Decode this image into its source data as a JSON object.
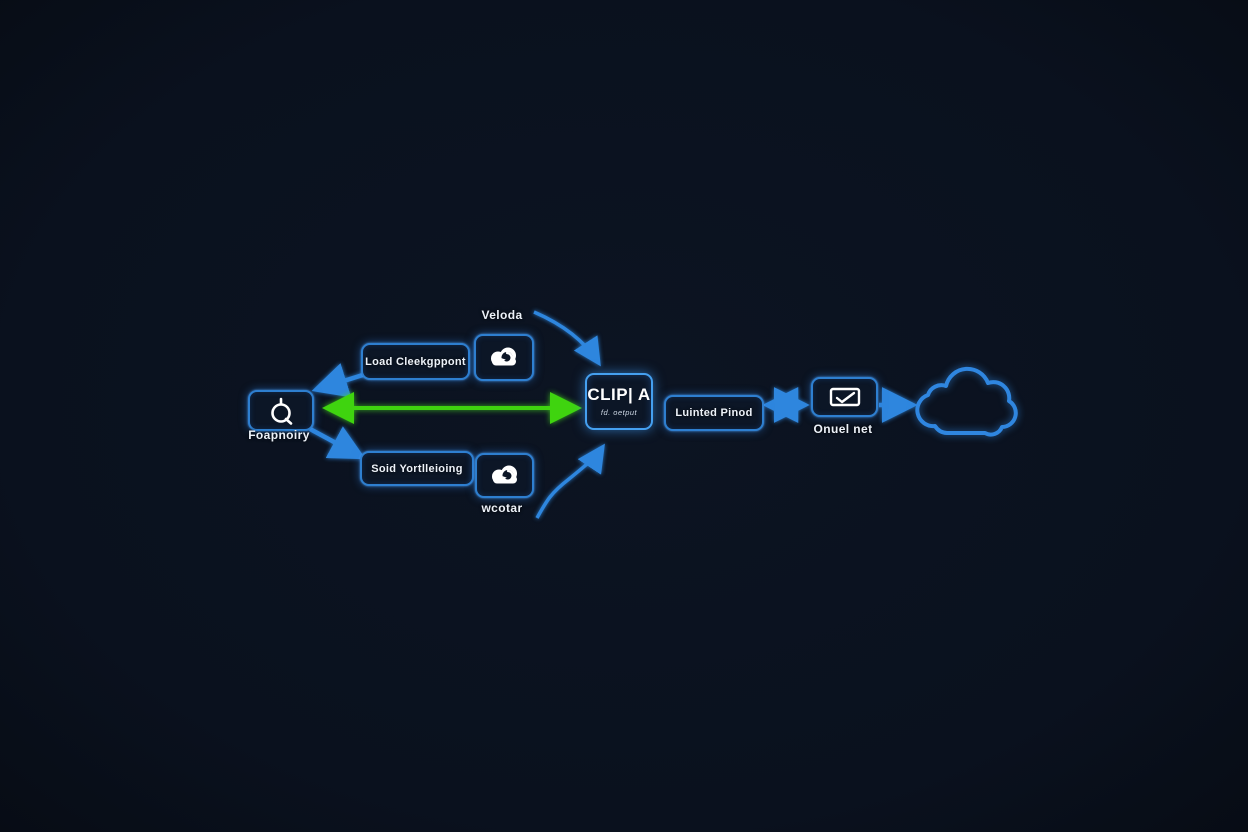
{
  "colors": {
    "bg": "#0a111e",
    "node_fill": "#0c1626",
    "node_border": "#2e7fd0",
    "node_border_bright": "#45a0f0",
    "arrow_blue": "#2e86de",
    "arrow_green": "#3fd40f",
    "text": "#edf2f9",
    "cloud_stroke": "#2f86e0"
  },
  "diagram": {
    "repository": {
      "label": "Foapnoiry",
      "icon": "q-glyph-icon"
    },
    "load_checkpoint": {
      "label": "Load Cleekgppont"
    },
    "encoder_top": {
      "caption": "Veloda",
      "icon": "cloud-sync-icon"
    },
    "tokenizer": {
      "label": "Soid Yortlleioing"
    },
    "encoder_bottom": {
      "caption": "wcotar",
      "icon": "cloud-sync-icon"
    },
    "clip": {
      "title": "CLIP| A",
      "subtitle": "fd. oetput"
    },
    "linked_pinod": {
      "label": "Luinted Pinod"
    },
    "inbox_net": {
      "label": "Onuel net",
      "icon": "tray-check-icon"
    },
    "cloud": {
      "icon": "cloud-outline-icon"
    },
    "connections": [
      {
        "from": "load_checkpoint",
        "to": "repository",
        "color": "blue",
        "style": "arrow"
      },
      {
        "from": "repository",
        "to": "tokenizer",
        "color": "blue",
        "style": "arrow"
      },
      {
        "from": "repository",
        "to": "clip",
        "color": "green",
        "style": "double-arrow"
      },
      {
        "from": "encoder_top",
        "to": "clip",
        "color": "blue",
        "style": "curved-arrow"
      },
      {
        "from": "encoder_bottom",
        "to": "clip",
        "color": "blue",
        "style": "curved-arrow"
      },
      {
        "from": "linked_pinod",
        "to": "inbox_net",
        "color": "blue",
        "style": "double-arrow"
      },
      {
        "from": "inbox_net",
        "to": "cloud",
        "color": "blue",
        "style": "arrow"
      }
    ]
  }
}
